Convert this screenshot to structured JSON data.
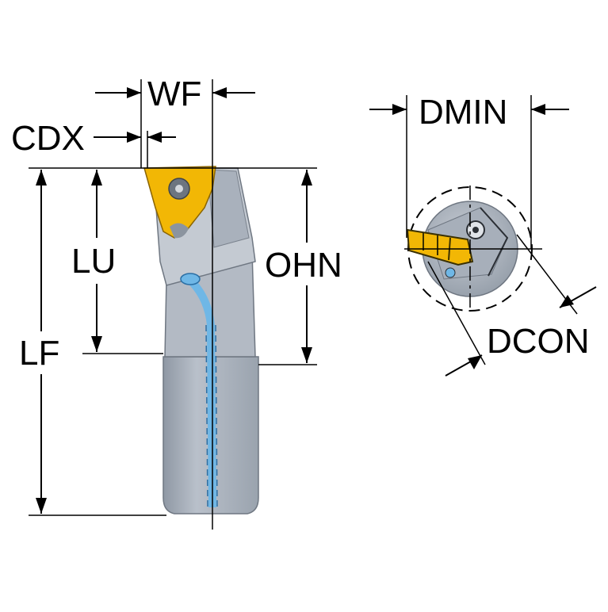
{
  "labels": {
    "wf": "WF",
    "cdx": "CDX",
    "lu": "LU",
    "ohn": "OHN",
    "lf": "LF",
    "dmin": "DMIN",
    "dcon": "DCON"
  },
  "colors": {
    "shank": "#a8b0bc",
    "shank_shadow": "#8b949f",
    "head": "#c3c9d1",
    "insert": "#f2b705",
    "insert_dark": "#c98f00",
    "coolant": "#6fb7e6",
    "end_view_disc": "#b8bec7"
  }
}
